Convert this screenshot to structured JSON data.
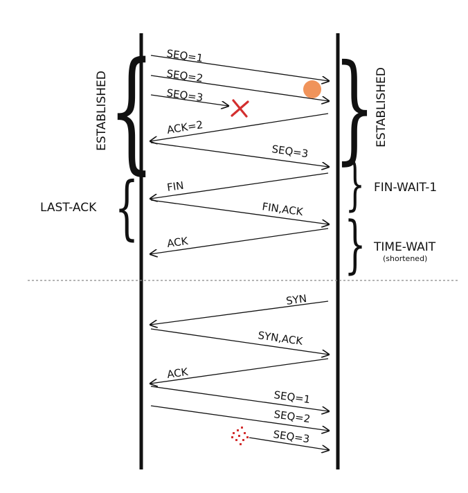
{
  "left_states": {
    "established": "ESTABLISHED",
    "last_ack": "LAST-ACK"
  },
  "right_states": {
    "established": "ESTABLISHED",
    "fin_wait_1": "FIN-WAIT-1",
    "time_wait": "TIME-WAIT",
    "time_wait_note": "(shortened)"
  },
  "messages": {
    "seq1": "SEQ=1",
    "seq2": "SEQ=2",
    "seq3": "SEQ=3",
    "ack2": "ACK=2",
    "seq3_retx": "SEQ=3",
    "fin": "FIN",
    "finack": "FIN,ACK",
    "ack_close": "ACK",
    "syn": "SYN",
    "synack": "SYN,ACK",
    "ack_open": "ACK",
    "new_seq1": "SEQ=1",
    "new_seq2": "SEQ=2",
    "new_seq3": "SEQ=3"
  },
  "colors": {
    "line": "#111111",
    "lost_mark": "#d32f2f",
    "highlight_dot": "#f0935a",
    "separator": "#888888"
  }
}
